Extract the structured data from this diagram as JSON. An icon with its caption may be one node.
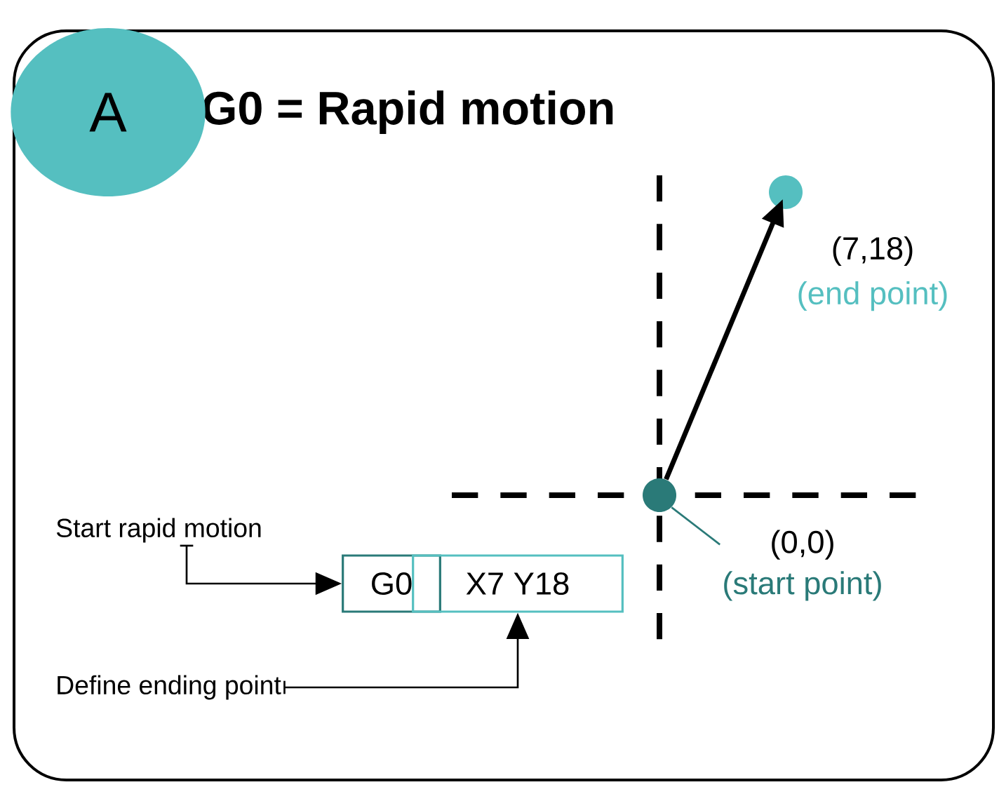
{
  "diagram": {
    "title": "G0 = Rapid motion",
    "nodes": [
      {
        "text": [
          "A"
        ]
      },
      {
        "text": [],
        "shape": "circle",
        "beside": [
          "(7,18)",
          "(end point)"
        ]
      },
      {
        "text": [],
        "shape": "circle"
      },
      {
        "text": [
          "(0,0)",
          "(start point)"
        ]
      },
      {
        "text": [
          "Start rapid motion"
        ]
      },
      {
        "text": [
          "G0"
        ]
      },
      {
        "text": [
          "X7 Y18"
        ]
      },
      {
        "text": [
          "Define ending point"
        ]
      }
    ],
    "edges": [
      {
        "from": 2,
        "to": 1,
        "arrow": "to",
        "style": "thick"
      },
      {
        "from": 3,
        "to": 2,
        "arrow": "none",
        "color": "#2a7a78"
      },
      {
        "from": 4,
        "to": 5,
        "arrow": "to"
      },
      {
        "from": 7,
        "to": 6,
        "arrow": "to"
      }
    ]
  }
}
